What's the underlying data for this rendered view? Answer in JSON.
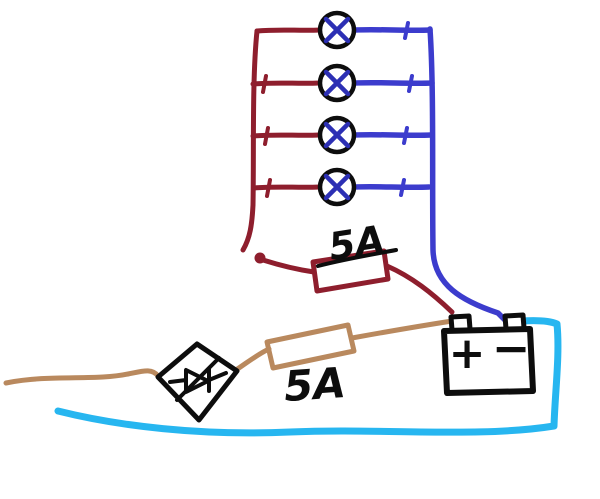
{
  "diagram": {
    "type": "hand-drawn-circuit",
    "lamp_bank": {
      "count": 4,
      "lamp_symbol": "circle-with-cross"
    },
    "fuse_top": {
      "rating": "5A"
    },
    "fuse_bottom": {
      "rating": "5A"
    },
    "battery": {
      "positive_label": "+",
      "negative_label": "−"
    },
    "colors": {
      "live_wire": "#8e1e2d",
      "return_wire": "#3c3ccd",
      "feed_wire": "#b9895e",
      "ground_wire": "#27b6f0",
      "ink": "#0d0d0d",
      "lamp_cross": "#2c2fb4",
      "background": "#ffffff"
    }
  }
}
